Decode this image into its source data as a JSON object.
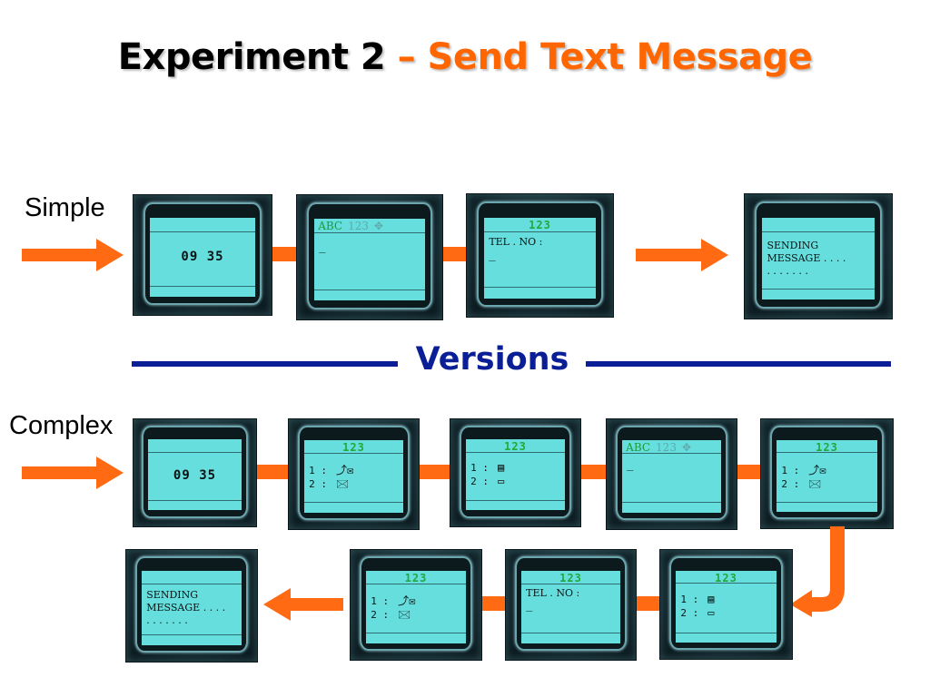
{
  "title": {
    "part1": "Experiment 2",
    "part2": " – Send Text Message"
  },
  "labels": {
    "simple": "Simple",
    "complex": "Complex",
    "versions": "Versions"
  },
  "colors": {
    "accent_orange": "#ff6a13",
    "title_orange": "#ff6600",
    "navy": "#0a1e96",
    "lcd": "#66dedd",
    "lcd_green": "#23a83a"
  },
  "screens": {
    "clock": {
      "time": "09 35"
    },
    "abc": {
      "abc": "ABC",
      "num": "123",
      "move_icon": "✥",
      "cursor": "_"
    },
    "telno": {
      "header": "123",
      "text": "TEL . NO :",
      "cursor": "_"
    },
    "sending": {
      "line1": "SENDING",
      "line2": "MESSAGE . . . .",
      "line3": ". . . . . . ."
    },
    "menu_a": {
      "header": "123",
      "item1": "1 :",
      "item2": "2 :",
      "icon1": "⤴✉",
      "icon2": "🖂"
    },
    "menu_b": {
      "header": "123",
      "item1": "1 :",
      "item2": "2 :",
      "icon1": "▤",
      "icon2": "▭"
    }
  }
}
